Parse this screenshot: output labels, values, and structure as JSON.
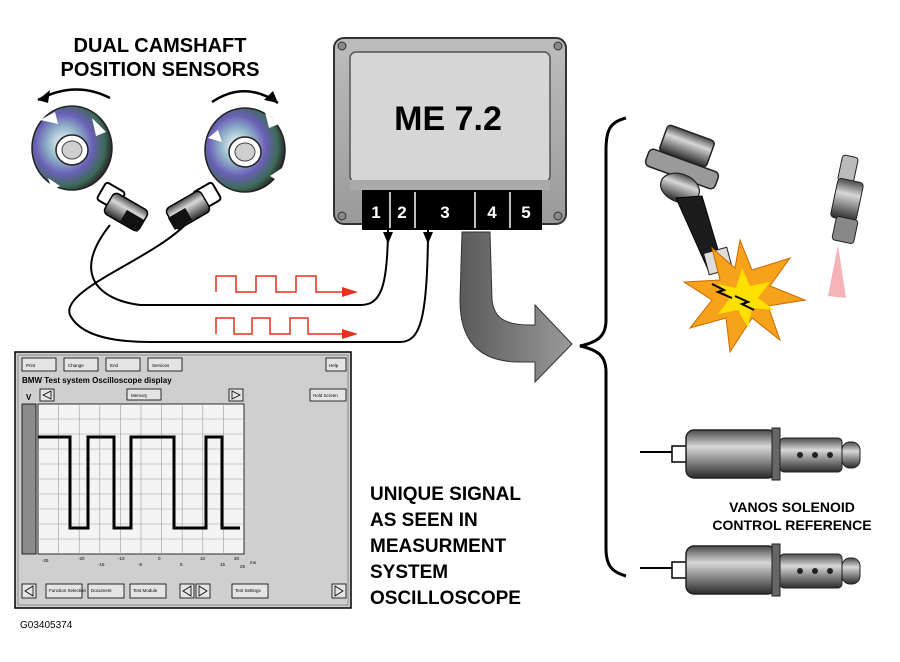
{
  "heading": {
    "line1": "DUAL CAMSHAFT",
    "line2": "POSITION SENSORS"
  },
  "ecu": {
    "label": "ME 7.2",
    "pins": [
      "1",
      "2",
      "3",
      "4",
      "5"
    ]
  },
  "oscilloscope": {
    "buttons_top": [
      "Print",
      "Change",
      "End",
      "Services"
    ],
    "help": "Help",
    "title_line": "BMW   Test system   Oscilloscope display",
    "memory": "Memory",
    "hold_screen": "Hold Screen",
    "y_axis_label": "V",
    "x_ticks_top": [
      "-20",
      "-10",
      "0",
      "10",
      "20"
    ],
    "x_ticks_bottom": [
      "-25",
      "-15",
      "-5",
      "5",
      "15",
      "25"
    ],
    "x_unit": "ms",
    "buttons_bottom": [
      "Function Selection",
      "Document",
      "Test Module",
      "Test Settings"
    ]
  },
  "signal_caption": {
    "lines": [
      "UNIQUE SIGNAL",
      "AS SEEN IN",
      "MEASURMENT",
      "SYSTEM",
      "OSCILLOSCOPE"
    ]
  },
  "vanos": {
    "line1": "VANOS SOLENOID",
    "line2": "CONTROL REFERENCE"
  },
  "figure_code": "G03405374",
  "colors": {
    "signal_red": "#e8301c",
    "arrow_gray": "#7a7a7a",
    "spark_orange": "#f7a21b",
    "spark_yellow": "#ffe000",
    "ecu_gray": "#c8c8c8"
  },
  "icons": [
    "rotation-arrow-icon",
    "sensor-wheel-icon",
    "ignition-coil-icon",
    "fuel-injector-icon",
    "spark-icon",
    "solenoid-icon",
    "bracket-icon"
  ]
}
